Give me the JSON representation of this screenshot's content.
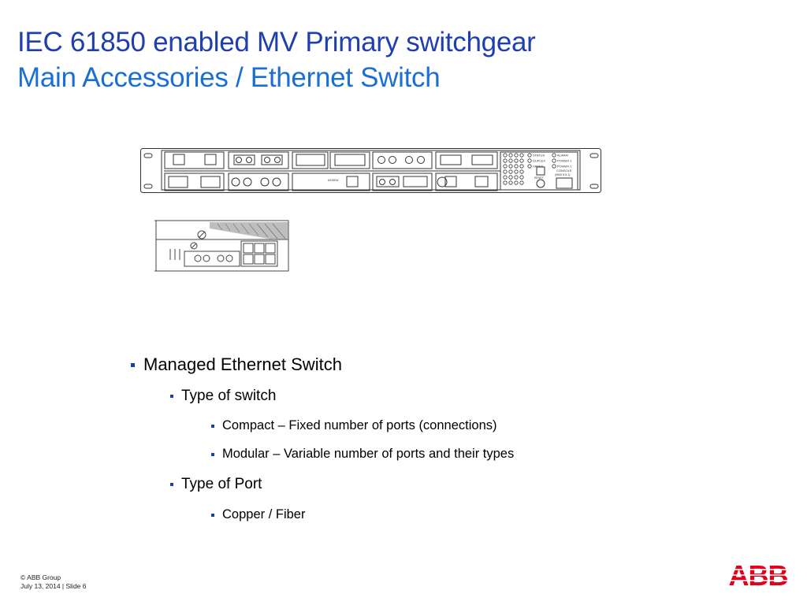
{
  "slide": {
    "title": "IEC 61850 enabled MV Primary switchgear",
    "subtitle": "Main Accessories / Ethernet Switch"
  },
  "bullets": [
    {
      "level": 1,
      "text": "Managed Ethernet Switch"
    },
    {
      "level": 2,
      "text": "Type of switch"
    },
    {
      "level": 3,
      "text": "Compact – Fixed number of ports (connections)"
    },
    {
      "level": 3,
      "text": "Modular – Variable number of ports and their types"
    },
    {
      "level": 2,
      "text": "Type of Port"
    },
    {
      "level": 3,
      "text": "Copper / Fiber"
    }
  ],
  "drawing": {
    "led_labels": [
      "STATUS",
      "DUPLEX",
      "SPEED"
    ],
    "alarm_labels": [
      "ALARM",
      "POWER 1",
      "POWER 2"
    ],
    "console_label": "CONSOLE",
    "console_sub": "(9600 N 8 1)",
    "reset_label": "RESET",
    "modem_label": "MODEM"
  },
  "footer": {
    "copyright": "© ABB Group",
    "date_slide": "July 13, 2014 | Slide 6"
  },
  "logo": {
    "text": "ABB",
    "color": "#e2001a"
  },
  "colors": {
    "title": "#1f3fae",
    "subtitle": "#1a6fd6",
    "bullet_marker": "#1a3f9e"
  }
}
